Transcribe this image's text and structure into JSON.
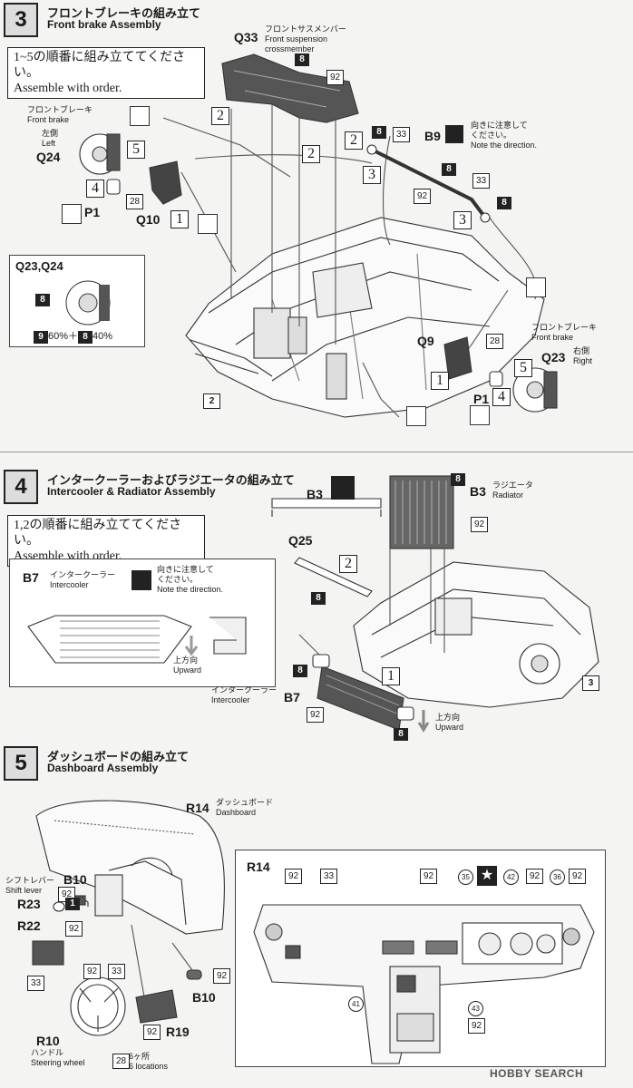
{
  "step3": {
    "num": "3",
    "title_jp": "フロントブレーキの組み立て",
    "title_en": "Front brake Assembly",
    "note": [
      "1~5の順番に組み立ててください。",
      "Assemble with order."
    ],
    "q33": "Q33",
    "q33_jp": "フロントサスメンバー",
    "q33_en1": "Front suspension",
    "q33_en2": "crossmember",
    "brake_l_jp": "フロントブレーキ",
    "brake_l_en": "Front brake",
    "left_jp": "左側",
    "left_en": "Left",
    "q24": "Q24",
    "q10": "Q10",
    "p1": "P1",
    "b9": "B9",
    "dir_jp1": "向きに注意して",
    "dir_jp2": "ください。",
    "dir_en": "Note the direction.",
    "inset_title": "Q23,Q24",
    "mix": "60%＋",
    "mix2": "40%",
    "q9": "Q9",
    "brake_r_jp": "フロントブレーキ",
    "brake_r_en": "Front brake",
    "q23": "Q23",
    "right_jp": "右側",
    "right_en": "Right",
    "ref2": "2",
    "codes": {
      "c8": "8",
      "c92": "92",
      "c33": "33",
      "c28": "28",
      "c9": "9"
    },
    "seq": [
      "1",
      "2",
      "3",
      "4",
      "5"
    ]
  },
  "step4": {
    "num": "4",
    "title_jp": "インタークーラーおよびラジエータの組み立て",
    "title_en": "Intercooler & Radiator Assembly",
    "note": [
      "1,2の順番に組み立ててください。",
      "Assemble with order."
    ],
    "b3": "B3",
    "radiator_jp": "ラジエータ",
    "radiator_en": "Radiator",
    "q25": "Q25",
    "b7": "B7",
    "ic_jp": "インタークーラー",
    "ic_en": "Intercooler",
    "dir_jp1": "向きに注意して",
    "dir_jp2": "ください。",
    "dir_en": "Note the direction.",
    "up_jp": "上方向",
    "up_en": "Upward",
    "ref3": "3"
  },
  "step5": {
    "num": "5",
    "title_jp": "ダッシュボードの組み立て",
    "title_en": "Dashboard Assembly",
    "r14": "R14",
    "dash_jp": "ダッシュボード",
    "dash_en": "Dashboard",
    "shift_jp": "シフトレバー",
    "shift_en": "Shift lever",
    "b10": "B10",
    "r23": "R23",
    "r22": "R22",
    "r10": "R10",
    "wheel_jp": "ハンドル",
    "wheel_en": "Steering wheel",
    "r19": "R19",
    "loc_jp": "6ヶ所",
    "loc_en": "6 locations",
    "circ": {
      "c35": "35",
      "c42": "42",
      "c36": "36",
      "c41": "41",
      "c43": "43"
    }
  },
  "watermark": "HOBBY SEARCH"
}
